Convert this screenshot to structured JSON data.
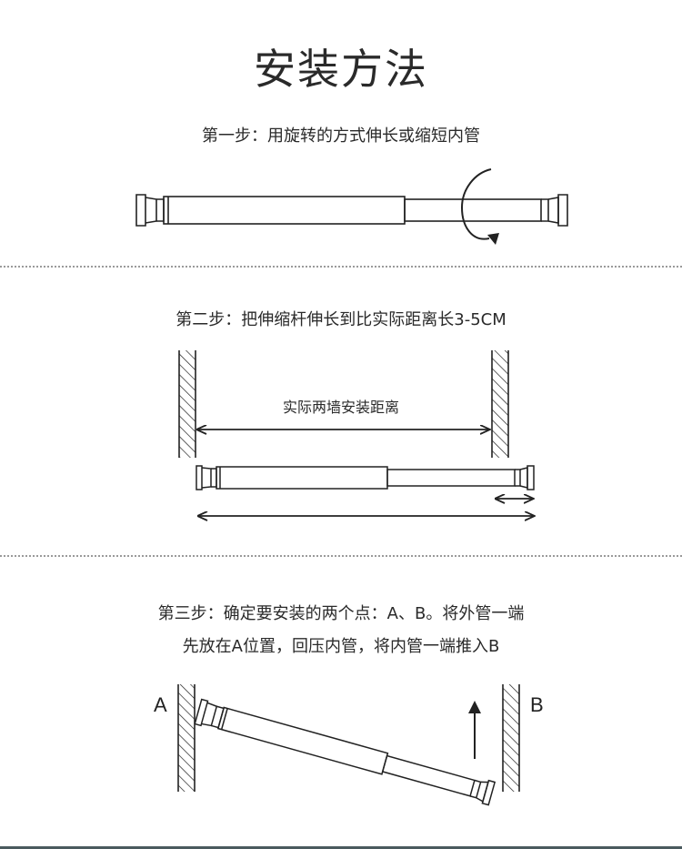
{
  "title": "安装方法",
  "steps": [
    {
      "text": "第一步：用旋转的方式伸长或缩短内管"
    },
    {
      "text": "第二步：把伸缩杆伸长到比实际距离长3-5CM",
      "annotation": "实际两墙安装距离"
    },
    {
      "text_line1": "第三步：确定要安装的两个点：A、B。将外管一端",
      "text_line2": "先放在A位置，回压内管，将内管一端推入B",
      "label_a": "A",
      "label_b": "B"
    }
  ],
  "colors": {
    "line": "#222222",
    "divider": "#9a9a9a",
    "bottom_bar": "#4a5a5e"
  },
  "icons": [
    "rotate-arrow-icon",
    "double-arrow-icon",
    "up-arrow-icon"
  ]
}
